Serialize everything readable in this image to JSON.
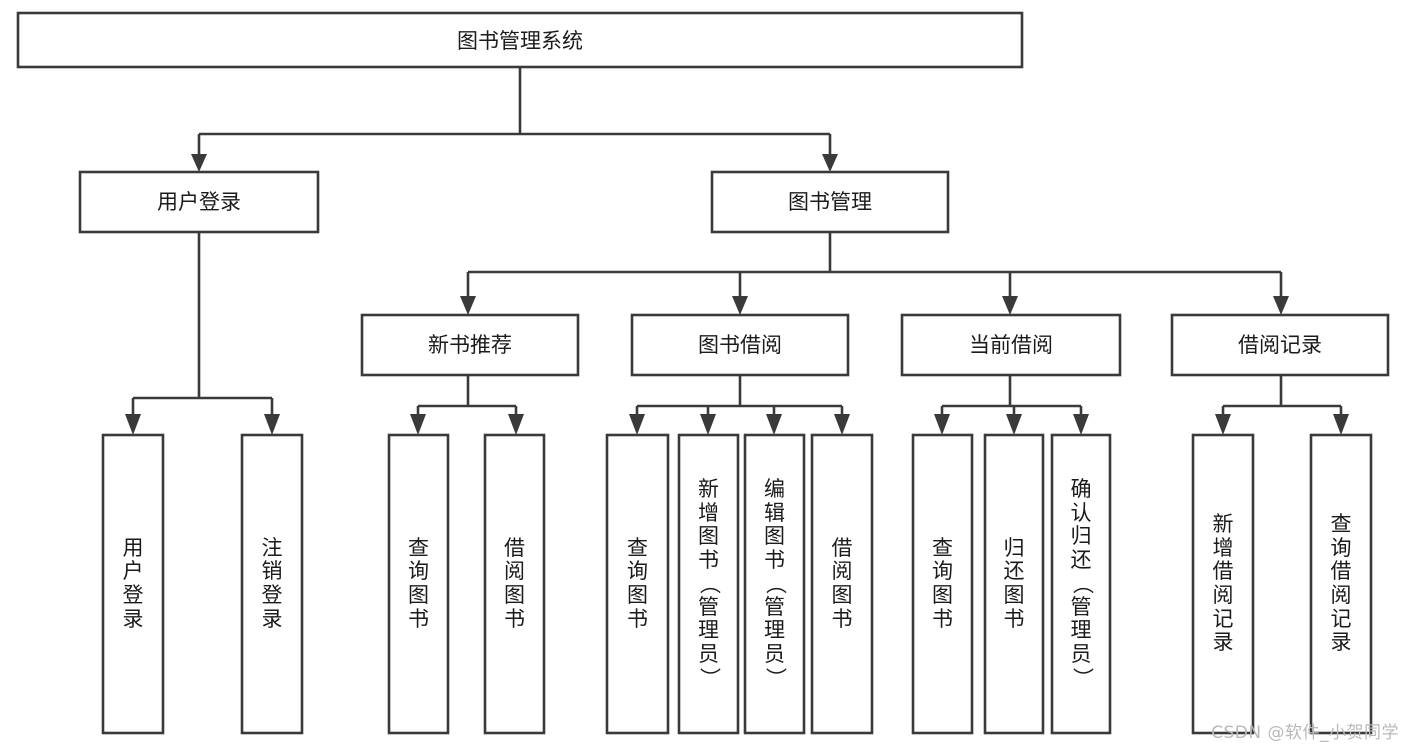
{
  "title": "图书管理系统",
  "watermark": "CSDN @软件_小贺同学",
  "colors": {
    "stroke": "#3a3a3a",
    "box_fill": "#ffffff",
    "text": "#1b1b1b",
    "background": "#ffffff",
    "watermark": "#b9b9b9"
  },
  "chart_data": {
    "type": "diagram",
    "diagram_kind": "tree",
    "title": "图书管理系统",
    "orientation": "top-down",
    "edge_style": "orthogonal-with-arrowheads",
    "levels": 4,
    "nodes": [
      {
        "id": "root",
        "label": "图书管理系统",
        "level": 0,
        "parent": null,
        "orientation": "horizontal"
      },
      {
        "id": "login",
        "label": "用户登录",
        "level": 1,
        "parent": "root",
        "orientation": "horizontal"
      },
      {
        "id": "bookmgmt",
        "label": "图书管理",
        "level": 1,
        "parent": "root",
        "orientation": "horizontal"
      },
      {
        "id": "newbook",
        "label": "新书推荐",
        "level": 2,
        "parent": "bookmgmt",
        "orientation": "horizontal"
      },
      {
        "id": "borrow",
        "label": "图书借阅",
        "level": 2,
        "parent": "bookmgmt",
        "orientation": "horizontal"
      },
      {
        "id": "current",
        "label": "当前借阅",
        "level": 2,
        "parent": "bookmgmt",
        "orientation": "horizontal"
      },
      {
        "id": "records",
        "label": "借阅记录",
        "level": 2,
        "parent": "bookmgmt",
        "orientation": "horizontal"
      },
      {
        "id": "leaf1",
        "label": "用户登录",
        "level": 3,
        "parent": "login",
        "orientation": "vertical"
      },
      {
        "id": "leaf2",
        "label": "注销登录",
        "level": 3,
        "parent": "login",
        "orientation": "vertical"
      },
      {
        "id": "leaf3",
        "label": "查询图书",
        "level": 3,
        "parent": "newbook",
        "orientation": "vertical"
      },
      {
        "id": "leaf4",
        "label": "借阅图书",
        "level": 3,
        "parent": "newbook",
        "orientation": "vertical"
      },
      {
        "id": "leaf5",
        "label": "查询图书",
        "level": 3,
        "parent": "borrow",
        "orientation": "vertical"
      },
      {
        "id": "leaf6",
        "label": "新增图书（管理员）",
        "level": 3,
        "parent": "borrow",
        "orientation": "vertical"
      },
      {
        "id": "leaf7",
        "label": "编辑图书（管理员）",
        "level": 3,
        "parent": "borrow",
        "orientation": "vertical"
      },
      {
        "id": "leaf8",
        "label": "借阅图书",
        "level": 3,
        "parent": "borrow",
        "orientation": "vertical"
      },
      {
        "id": "leaf9",
        "label": "查询图书",
        "level": 3,
        "parent": "current",
        "orientation": "vertical"
      },
      {
        "id": "leaf10",
        "label": "归还图书",
        "level": 3,
        "parent": "current",
        "orientation": "vertical"
      },
      {
        "id": "leaf11",
        "label": "确认归还（管理员）",
        "level": 3,
        "parent": "current",
        "orientation": "vertical"
      },
      {
        "id": "leaf12",
        "label": "新增借阅记录",
        "level": 3,
        "parent": "records",
        "orientation": "vertical"
      },
      {
        "id": "leaf13",
        "label": "查询借阅记录",
        "level": 3,
        "parent": "records",
        "orientation": "vertical"
      }
    ],
    "edges": [
      {
        "from": "root",
        "to": "login"
      },
      {
        "from": "root",
        "to": "bookmgmt"
      },
      {
        "from": "bookmgmt",
        "to": "newbook"
      },
      {
        "from": "bookmgmt",
        "to": "borrow"
      },
      {
        "from": "bookmgmt",
        "to": "current"
      },
      {
        "from": "bookmgmt",
        "to": "records"
      },
      {
        "from": "login",
        "to": "leaf1"
      },
      {
        "from": "login",
        "to": "leaf2"
      },
      {
        "from": "newbook",
        "to": "leaf3"
      },
      {
        "from": "newbook",
        "to": "leaf4"
      },
      {
        "from": "borrow",
        "to": "leaf5"
      },
      {
        "from": "borrow",
        "to": "leaf6"
      },
      {
        "from": "borrow",
        "to": "leaf7"
      },
      {
        "from": "borrow",
        "to": "leaf8"
      },
      {
        "from": "current",
        "to": "leaf9"
      },
      {
        "from": "current",
        "to": "leaf10"
      },
      {
        "from": "current",
        "to": "leaf11"
      },
      {
        "from": "records",
        "to": "leaf12"
      },
      {
        "from": "records",
        "to": "leaf13"
      }
    ]
  },
  "nodes": {
    "root": {
      "label": "图书管理系统"
    },
    "login": {
      "label": "用户登录"
    },
    "bookmgmt": {
      "label": "图书管理"
    },
    "newbook": {
      "label": "新书推荐"
    },
    "borrow": {
      "label": "图书借阅"
    },
    "current": {
      "label": "当前借阅"
    },
    "records": {
      "label": "借阅记录"
    },
    "leaf1": {
      "label": "用户登录"
    },
    "leaf2": {
      "label": "注销登录"
    },
    "leaf3": {
      "label": "查询图书"
    },
    "leaf4": {
      "label": "借阅图书"
    },
    "leaf5": {
      "label": "查询图书"
    },
    "leaf6": {
      "label": "新增图书（管理员）"
    },
    "leaf7": {
      "label": "编辑图书（管理员）"
    },
    "leaf8": {
      "label": "借阅图书"
    },
    "leaf9": {
      "label": "查询图书"
    },
    "leaf10": {
      "label": "归还图书"
    },
    "leaf11": {
      "label": "确认归还（管理员）"
    },
    "leaf12": {
      "label": "新增借阅记录"
    },
    "leaf13": {
      "label": "查询借阅记录"
    }
  }
}
